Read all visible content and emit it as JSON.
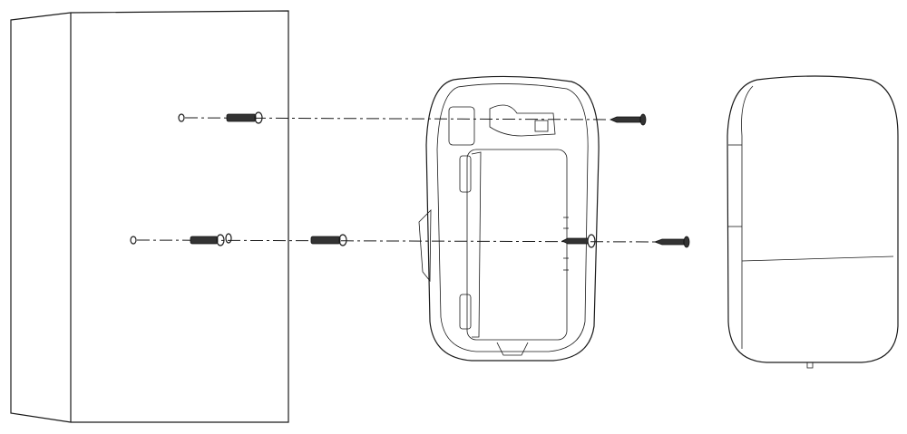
{
  "diagram": {
    "type": "exploded-installation-view",
    "parts": [
      "wall",
      "wall-anchor",
      "mounting-base",
      "screw",
      "front-cover"
    ],
    "colors": {
      "line": "#1a1a1a",
      "background": "#ffffff"
    }
  }
}
